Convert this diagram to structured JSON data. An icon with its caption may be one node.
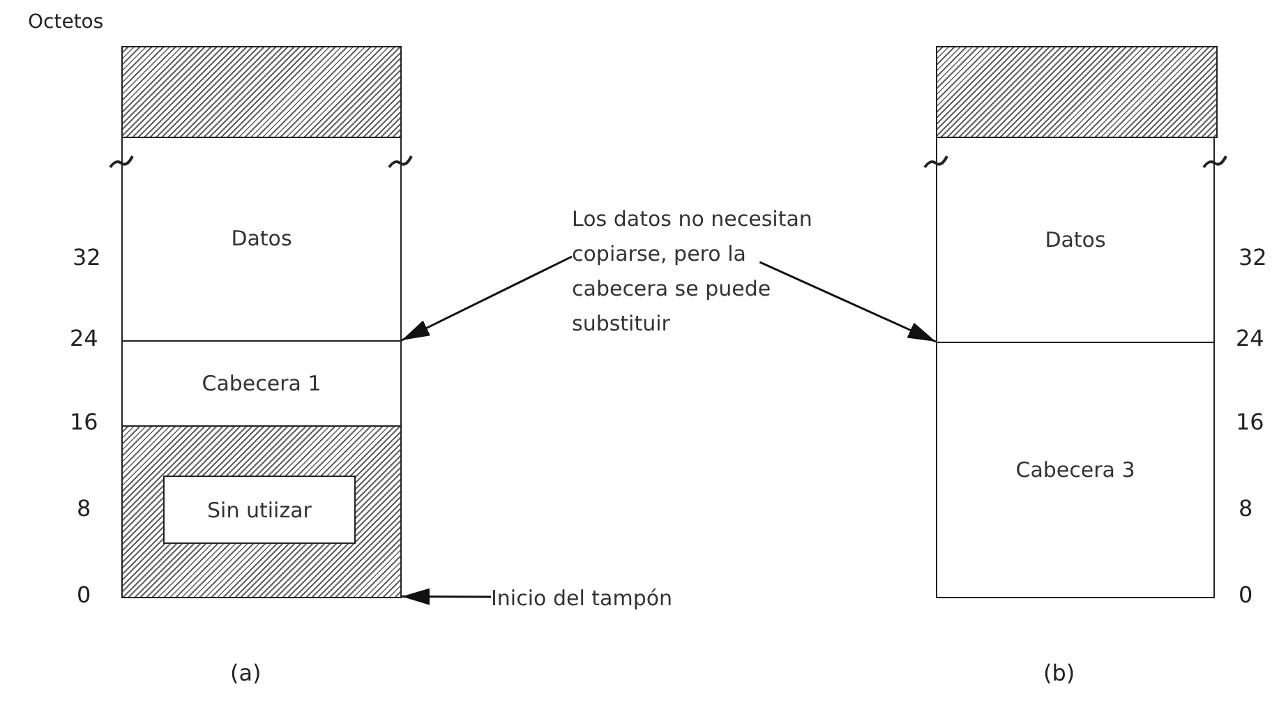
{
  "diagram": {
    "nodes": [
      {
        "text": [],
        "shape": "box"
      },
      {
        "text": [
          "Datos"
        ]
      },
      {
        "text": [
          "Cabecera 1"
        ]
      },
      {
        "text": [],
        "shape": "box"
      },
      {
        "text": [
          "Sin utiizar"
        ],
        "in": 3
      },
      {
        "text": [
          "Los datos no necesitan copiarse, pero la cabecera se puede substituir"
        ]
      },
      {
        "text": [
          "Inicio del tampón"
        ]
      },
      {
        "text": [],
        "shape": "box"
      },
      {
        "text": [
          "Datos"
        ]
      },
      {
        "text": [
          "Cabecera 3"
        ]
      }
    ],
    "edges": [
      {
        "from": 5,
        "to": 2,
        "arrow": "to"
      },
      {
        "from": 5,
        "to": 9,
        "arrow": "to"
      },
      {
        "from": 6,
        "to": 3,
        "arrow": "to"
      }
    ],
    "labels": [
      "Octetos",
      "32",
      "24",
      "16",
      "8",
      "0",
      "32",
      "24",
      "16",
      "8",
      "0",
      "(a)",
      "(b)"
    ]
  }
}
